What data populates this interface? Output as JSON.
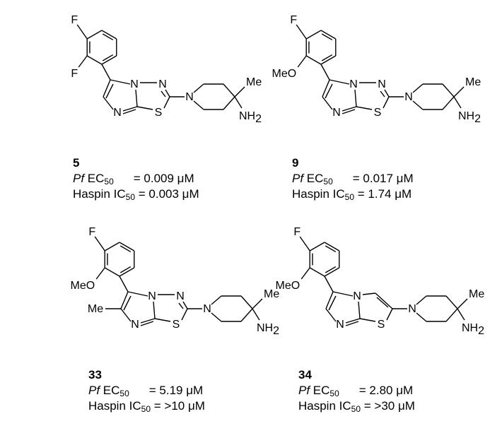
{
  "compounds": [
    {
      "id": "5",
      "substituent": "F",
      "methyl": "",
      "core": "imidazothiadiazole",
      "pf_prefix": "Pf",
      "pf_label": " EC",
      "pf_sub": "50",
      "pf_value": "= 0.009 μM",
      "haspin_label": "Haspin IC",
      "haspin_sub": "50",
      "haspin_value": "= 0.003 μM"
    },
    {
      "id": "9",
      "substituent": "MeO",
      "methyl": "",
      "core": "imidazothiadiazole",
      "pf_prefix": "Pf",
      "pf_label": " EC",
      "pf_sub": "50",
      "pf_value": "= 0.017 μM",
      "haspin_label": "Haspin IC",
      "haspin_sub": "50",
      "haspin_value": "= 1.74 μM"
    },
    {
      "id": "33",
      "substituent": "MeO",
      "methyl": "Me",
      "core": "imidazothiadiazole",
      "pf_prefix": "Pf",
      "pf_label": " EC",
      "pf_sub": "50",
      "pf_value": "= 5.19 μM",
      "haspin_label": "Haspin IC",
      "haspin_sub": "50",
      "haspin_value": "= >10 μM"
    },
    {
      "id": "34",
      "substituent": "MeO",
      "methyl": "",
      "core": "imidazothiazole",
      "pf_prefix": "Pf",
      "pf_label": " EC",
      "pf_sub": "50",
      "pf_value": "= 2.80 μM",
      "haspin_label": "Haspin IC",
      "haspin_sub": "50",
      "haspin_value": "= >30 μM"
    }
  ],
  "atoms": {
    "fluoro": "F",
    "n": "N",
    "s": "S",
    "me": "Me",
    "nh": "NH",
    "nh_sub": "2"
  }
}
